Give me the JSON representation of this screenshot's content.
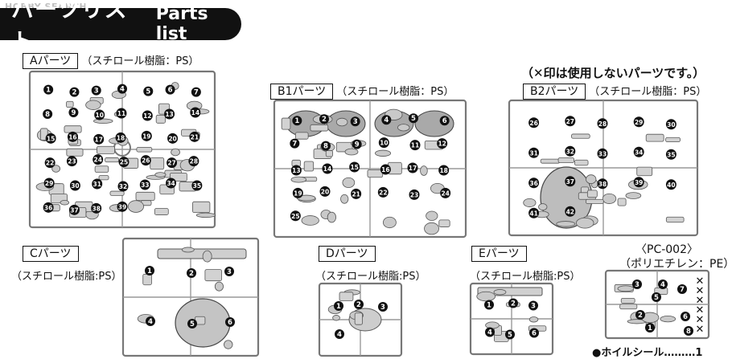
{
  "watermark": "HOBBY SEARCH",
  "header": {
    "title_jp": "パーツリスト",
    "title_en": "Parts list"
  },
  "note_unused": "（✕印は使用しないパーツです。）",
  "material_ps": "（スチロール樹脂：PS）",
  "material_ps_compact": "（スチロール樹脂:PS）",
  "runners": [
    {
      "id": "A",
      "label": "Aパーツ",
      "parts": [
        "1",
        "2",
        "3",
        "4",
        "5",
        "6",
        "7",
        "8",
        "9",
        "10",
        "11",
        "12",
        "13",
        "14",
        "15",
        "16",
        "17",
        "18",
        "19",
        "20",
        "21",
        "22",
        "23",
        "24",
        "25",
        "26",
        "27",
        "28",
        "29",
        "30",
        "31",
        "32",
        "33",
        "34",
        "35",
        "36",
        "37",
        "38",
        "39"
      ]
    },
    {
      "id": "B1",
      "label": "B1パーツ",
      "parts": [
        "1",
        "2",
        "3",
        "4",
        "5",
        "6",
        "7",
        "8",
        "9",
        "10",
        "11",
        "12",
        "13",
        "14",
        "15",
        "16",
        "17",
        "18",
        "19",
        "20",
        "21",
        "22",
        "23",
        "24",
        "25"
      ]
    },
    {
      "id": "B2",
      "label": "B2パーツ",
      "parts": [
        "26",
        "27",
        "28",
        "29",
        "30",
        "31",
        "32",
        "33",
        "34",
        "35",
        "36",
        "37",
        "38",
        "39",
        "40",
        "41",
        "42"
      ]
    },
    {
      "id": "C",
      "label": "Cパーツ",
      "parts": [
        "1",
        "2",
        "3",
        "4",
        "5",
        "6"
      ]
    },
    {
      "id": "D",
      "label": "Dパーツ",
      "parts": [
        "1",
        "2",
        "3",
        "4"
      ]
    },
    {
      "id": "E",
      "label": "Eパーツ",
      "parts": [
        "1",
        "2",
        "3",
        "4",
        "5",
        "6"
      ]
    }
  ],
  "pc": {
    "title": "〈PC-002〉",
    "material": "（ポリエチレン：PE）",
    "parts": [
      "1",
      "2",
      "3",
      "4",
      "5",
      "6",
      "7",
      "8"
    ],
    "unused_marks": [
      "✕",
      "✕",
      "✕",
      "✕",
      "✕",
      "✕"
    ]
  },
  "wheel_seal": "●ホイルシール………1"
}
